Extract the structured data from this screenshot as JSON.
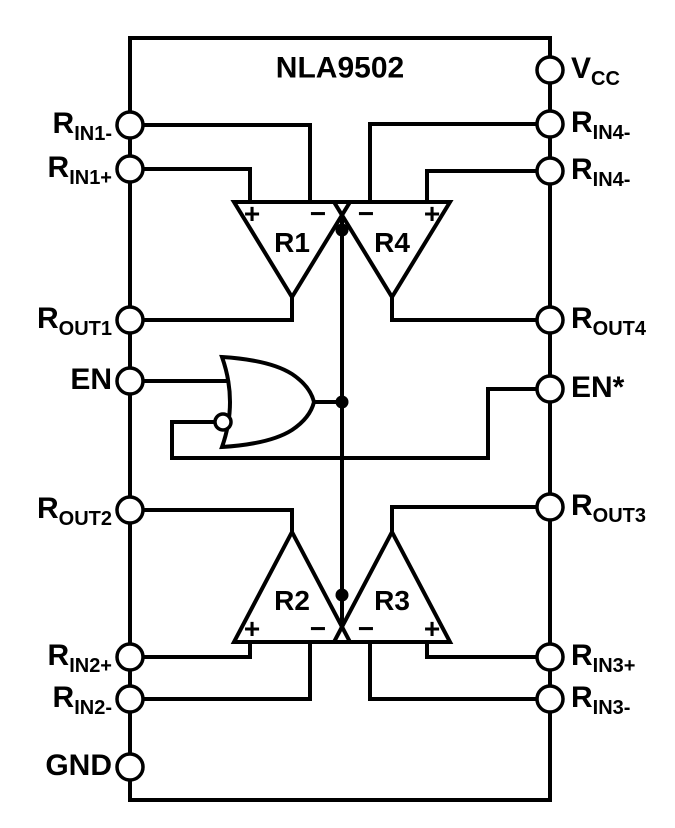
{
  "title": "NLA9502",
  "colors": {
    "line": "#000000",
    "background": "#ffffff"
  },
  "pins": {
    "left": [
      {
        "main": "R",
        "sub": "IN1-"
      },
      {
        "main": "R",
        "sub": "IN1+"
      },
      {
        "main": "R",
        "sub": "OUT1"
      },
      {
        "main": "EN",
        "sub": ""
      },
      {
        "main": "R",
        "sub": "OUT2"
      },
      {
        "main": "R",
        "sub": "IN2+"
      },
      {
        "main": "R",
        "sub": "IN2-"
      },
      {
        "main": "GND",
        "sub": ""
      }
    ],
    "right": [
      {
        "main": "V",
        "sub": "CC"
      },
      {
        "main": "R",
        "sub": "IN4-"
      },
      {
        "main": "R",
        "sub": "IN4-"
      },
      {
        "main": "R",
        "sub": "OUT4"
      },
      {
        "main": "EN*",
        "sub": ""
      },
      {
        "main": "R",
        "sub": "OUT3"
      },
      {
        "main": "R",
        "sub": "IN3+"
      },
      {
        "main": "R",
        "sub": "IN3-"
      }
    ]
  },
  "amplifiers": [
    {
      "name": "R1",
      "left_sign": "+",
      "right_sign": "−"
    },
    {
      "name": "R4",
      "left_sign": "−",
      "right_sign": "+"
    },
    {
      "name": "R2",
      "left_sign": "+",
      "right_sign": "−"
    },
    {
      "name": "R3",
      "left_sign": "−",
      "right_sign": "+"
    }
  ]
}
